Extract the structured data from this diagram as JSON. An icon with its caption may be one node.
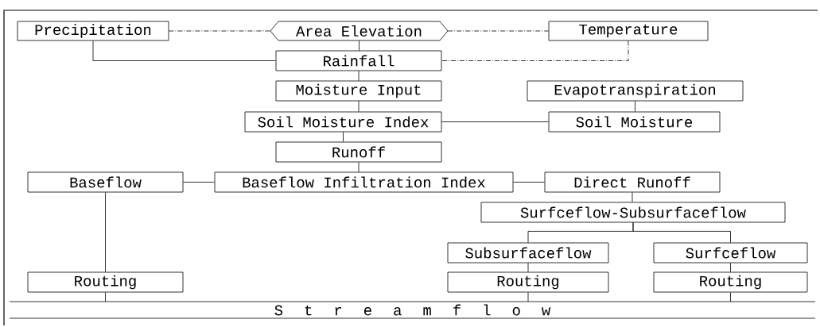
{
  "diagram": {
    "nodes": [
      {
        "text": [
          "Precipitation"
        ]
      },
      {
        "text": [
          "Area Elevation"
        ]
      },
      {
        "text": [
          "Temperature"
        ]
      },
      {
        "text": [
          "Rainfall"
        ]
      },
      {
        "text": [
          "Moisture Input"
        ]
      },
      {
        "text": [
          "Evapotranspiration"
        ]
      },
      {
        "text": [
          "Soil Moisture Index"
        ]
      },
      {
        "text": [
          "Soil Moisture"
        ]
      },
      {
        "text": [
          "Runoff"
        ]
      },
      {
        "text": [
          "Baseflow"
        ]
      },
      {
        "text": [
          "Baseflow Infiltration Index"
        ]
      },
      {
        "text": [
          "Direct Runoff"
        ]
      },
      {
        "text": [
          "Surfceflow-Subsurfaceflow"
        ]
      },
      {
        "text": [
          "Subsurfaceflow"
        ]
      },
      {
        "text": [
          "Surfceflow"
        ]
      },
      {
        "text": [
          "Routing"
        ]
      },
      {
        "text": [
          "Routing"
        ]
      },
      {
        "text": [
          "Routing"
        ]
      },
      {
        "text": [
          "S t r e a m f l o w"
        ]
      }
    ],
    "edges": [
      {
        "from": 0,
        "to": 1,
        "arrow": "none",
        "style": "dashed"
      },
      {
        "from": 1,
        "to": 2,
        "arrow": "none",
        "style": "dashed"
      },
      {
        "from": 1,
        "to": 3,
        "arrow": "none"
      },
      {
        "from": 0,
        "to": 3,
        "arrow": "none"
      },
      {
        "from": 2,
        "to": 3,
        "arrow": "none",
        "style": "dashed"
      },
      {
        "from": 3,
        "to": 4,
        "arrow": "none"
      },
      {
        "from": 4,
        "to": 6,
        "arrow": "none"
      },
      {
        "from": 6,
        "to": 7,
        "arrow": "none"
      },
      {
        "from": 5,
        "to": 7,
        "arrow": "none"
      },
      {
        "from": 6,
        "to": 8,
        "arrow": "none"
      },
      {
        "from": 8,
        "to": 10,
        "arrow": "none"
      },
      {
        "from": 10,
        "to": 9,
        "arrow": "none"
      },
      {
        "from": 10,
        "to": 11,
        "arrow": "none"
      },
      {
        "from": 11,
        "to": 12,
        "arrow": "none"
      },
      {
        "from": 12,
        "to": 13,
        "arrow": "none"
      },
      {
        "from": 12,
        "to": 14,
        "arrow": "none"
      },
      {
        "from": 13,
        "to": 16,
        "arrow": "none"
      },
      {
        "from": 14,
        "to": 17,
        "arrow": "none"
      },
      {
        "from": 9,
        "to": 15,
        "arrow": "none"
      },
      {
        "from": 15,
        "to": 18,
        "arrow": "none"
      },
      {
        "from": 16,
        "to": 18,
        "arrow": "none"
      },
      {
        "from": 17,
        "to": 18,
        "arrow": "none"
      }
    ]
  }
}
